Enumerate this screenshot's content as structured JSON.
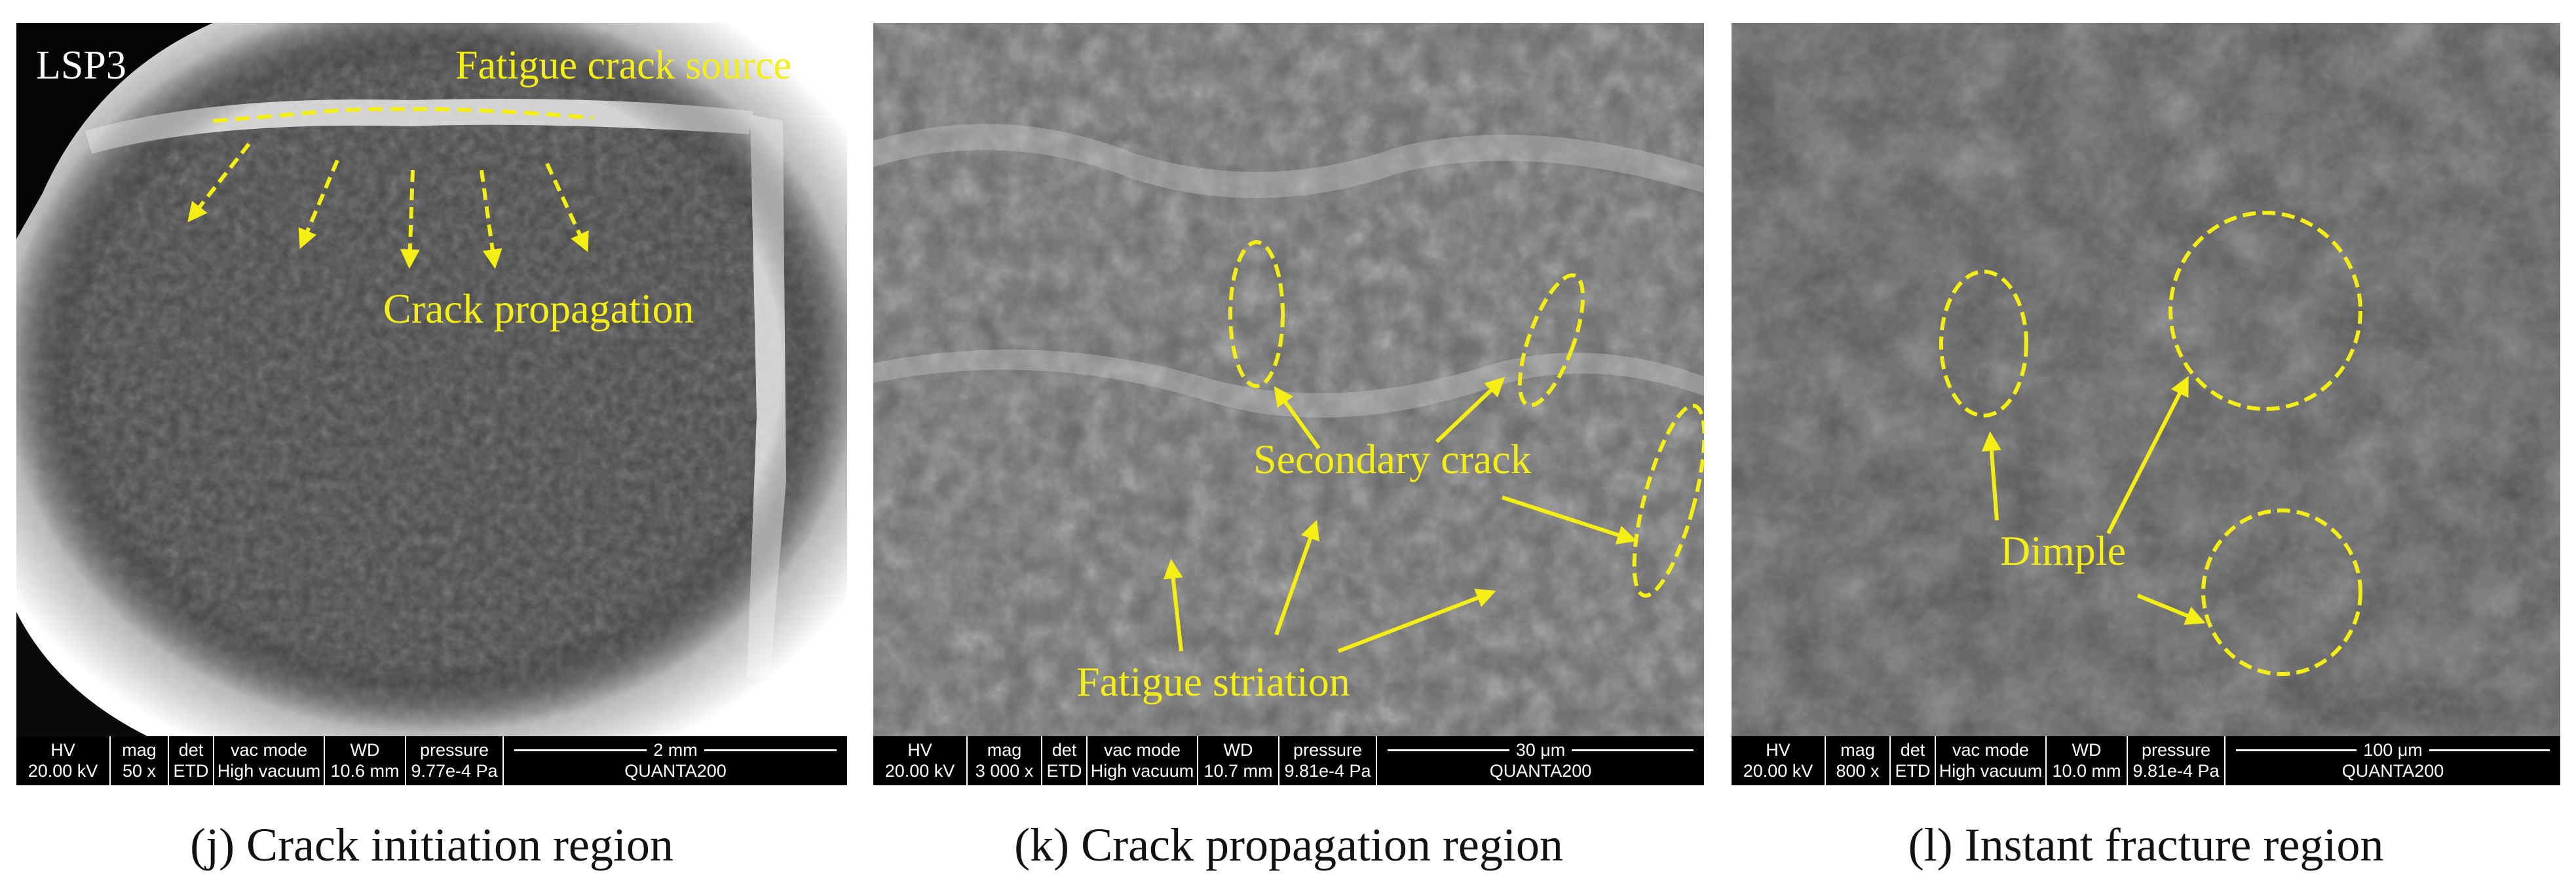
{
  "panels": [
    {
      "id": "j",
      "corner_label": "LSP3",
      "annotations": {
        "source": "Fatigue crack source",
        "propagation": "Crack propagation"
      },
      "databar": {
        "hv_label": "HV",
        "hv": "20.00 kV",
        "mag_label": "mag",
        "mag": "50 x",
        "det_label": "det",
        "det": "ETD",
        "vac_label": "vac mode",
        "vac": "High vacuum",
        "wd_label": "WD",
        "wd": "10.6 mm",
        "pressure_label": "pressure",
        "pressure": "9.77e-4 Pa",
        "scale": "2 mm",
        "instrument": "QUANTA200"
      },
      "caption": "(j) Crack initiation region"
    },
    {
      "id": "k",
      "annotations": {
        "secondary": "Secondary crack",
        "striation": "Fatigue striation"
      },
      "databar": {
        "hv_label": "HV",
        "hv": "20.00 kV",
        "mag_label": "mag",
        "mag": "3 000 x",
        "det_label": "det",
        "det": "ETD",
        "vac_label": "vac mode",
        "vac": "High vacuum",
        "wd_label": "WD",
        "wd": "10.7 mm",
        "pressure_label": "pressure",
        "pressure": "9.81e-4 Pa",
        "scale": "30 μm",
        "instrument": "QUANTA200"
      },
      "caption": "(k) Crack propagation region"
    },
    {
      "id": "l",
      "annotations": {
        "dimple": "Dimple"
      },
      "databar": {
        "hv_label": "HV",
        "hv": "20.00 kV",
        "mag_label": "mag",
        "mag": "800 x",
        "det_label": "det",
        "det": "ETD",
        "vac_label": "vac mode",
        "vac": "High vacuum",
        "wd_label": "WD",
        "wd": "10.0 mm",
        "pressure_label": "pressure",
        "pressure": "9.81e-4 Pa",
        "scale": "100 μm",
        "instrument": "QUANTA200"
      },
      "caption": "(l) Instant fracture region"
    }
  ],
  "colors": {
    "annotation": "#f5ee13",
    "databar_bg": "#000000",
    "databar_fg": "#ffffff"
  }
}
